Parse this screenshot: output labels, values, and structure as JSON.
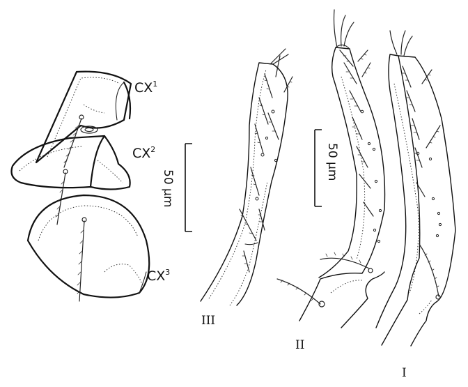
{
  "coxae": {
    "cx1": {
      "base": "CX",
      "sup": "1"
    },
    "cx2": {
      "base": "CX",
      "sup": "2"
    },
    "cx3": {
      "base": "CX",
      "sup": "3"
    }
  },
  "scale_bars": {
    "left": "50 µm",
    "right": "50 µm"
  },
  "legs": {
    "leg3": "III",
    "leg2": "II",
    "leg1": "I"
  }
}
